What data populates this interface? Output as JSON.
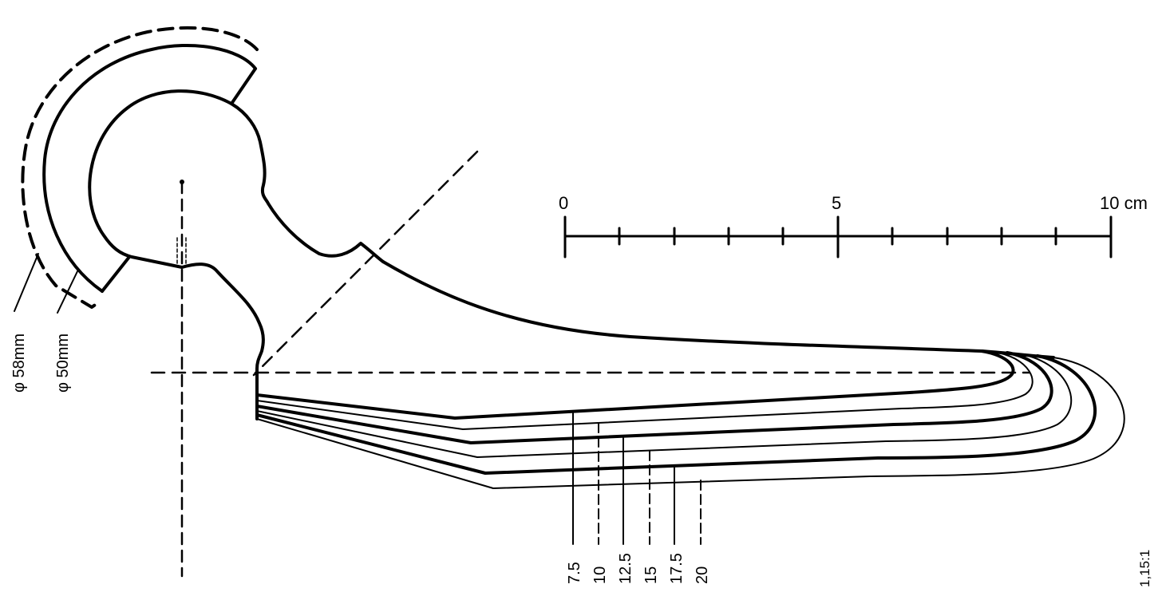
{
  "scale_bar": {
    "labels": [
      "0",
      "5",
      "10 cm"
    ]
  },
  "diameters": {
    "outer": "φ 58mm",
    "inner": "φ 50mm"
  },
  "sizes": [
    "7.5",
    "10",
    "12.5",
    "15",
    "17.5",
    "20"
  ],
  "ratio": "1,15:1",
  "colors": {
    "ink": "#000000",
    "paper": "#ffffff"
  }
}
